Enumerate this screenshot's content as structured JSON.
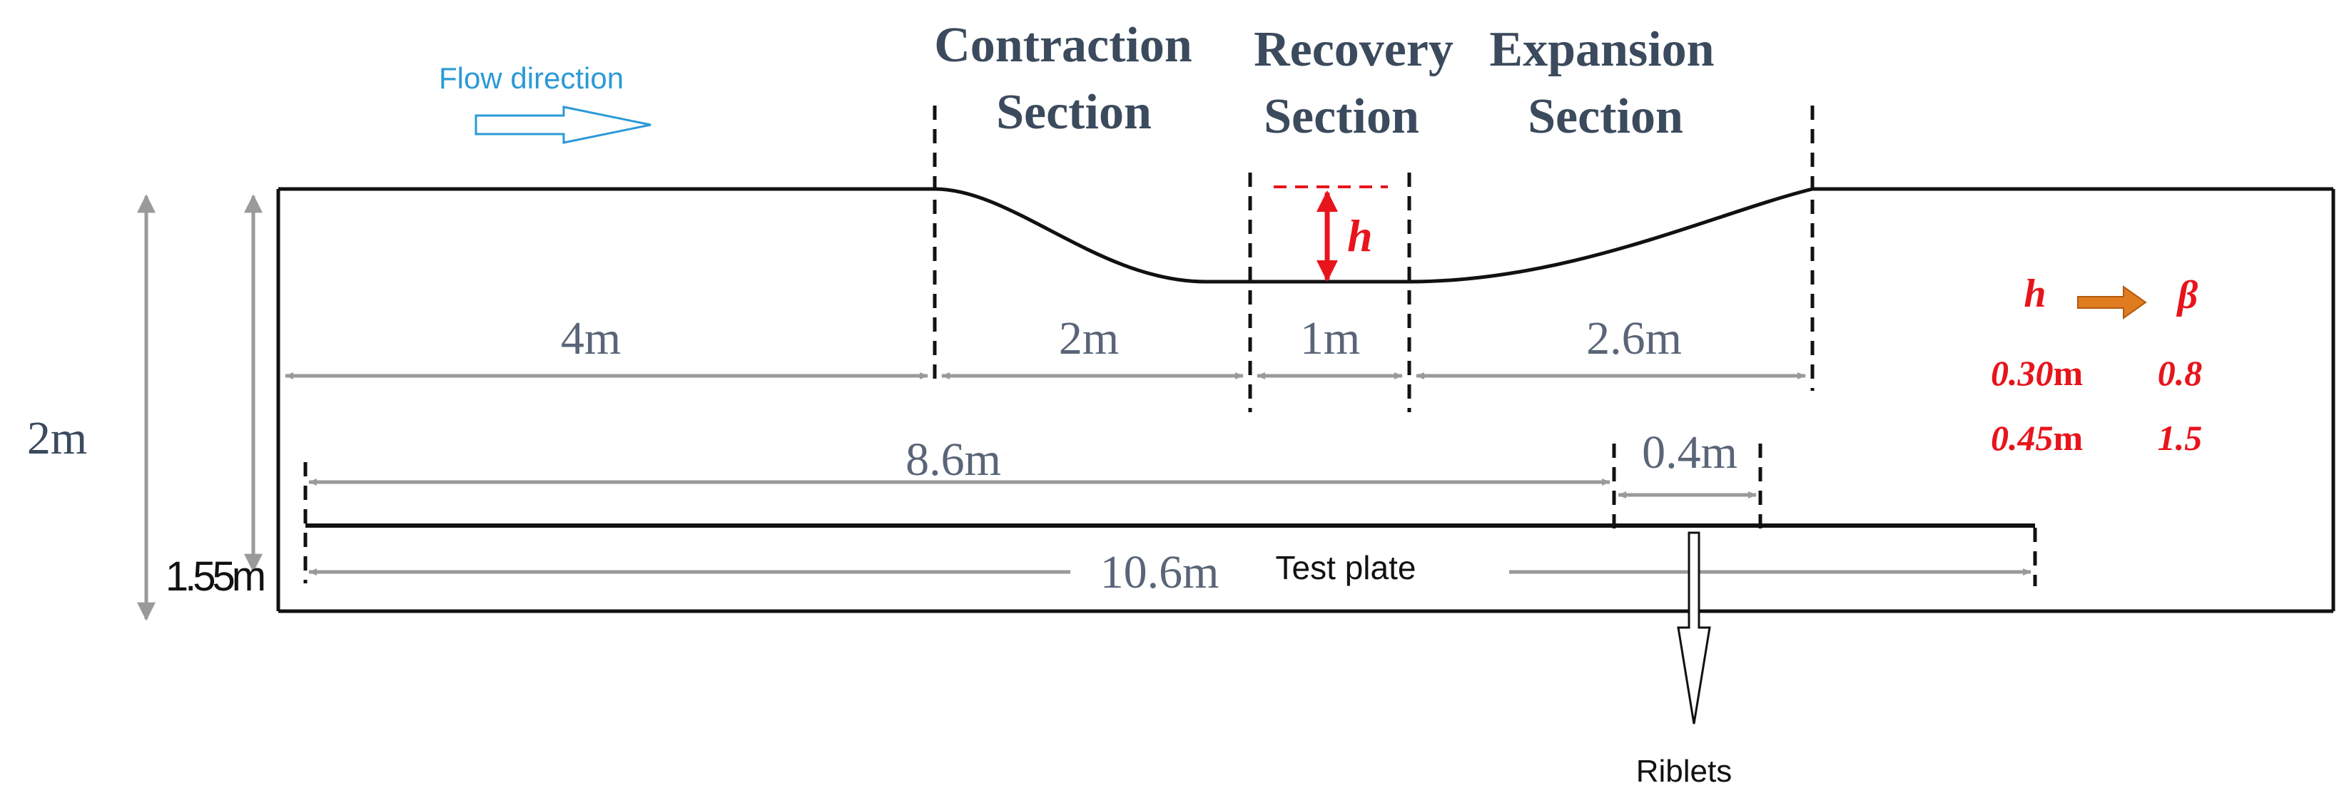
{
  "flow": {
    "label": "Flow direction"
  },
  "sections": {
    "contraction": {
      "line1": "Contraction",
      "line2": "Section"
    },
    "recovery": {
      "line1": "Recovery",
      "line2": "Section"
    },
    "expansion": {
      "line1": "Expansion",
      "line2": "Section"
    }
  },
  "dimensions": {
    "d4": "4m",
    "d2": "2m",
    "d1": "1m",
    "d26": "2.6m",
    "d86": "8.6m",
    "d04": "0.4m",
    "d106": "10.6m",
    "height_total": "2m",
    "height_plate": "1.55m"
  },
  "h_marker": "h",
  "plate": {
    "label": "Test plate"
  },
  "riblets": {
    "label": "Riblets"
  },
  "legend": {
    "col_h": "h",
    "col_beta": "β",
    "rows": [
      {
        "h_num": "0.30",
        "h_unit": "m",
        "beta": "0.8"
      },
      {
        "h_num": "0.45",
        "h_unit": "m",
        "beta": "1.5"
      }
    ]
  },
  "colors": {
    "flow": "#2b9ad6",
    "outline": "#111111",
    "dimension": "#9a9a9a",
    "highlight": "#e8141c",
    "legend_arrow": "#e07b1f"
  }
}
